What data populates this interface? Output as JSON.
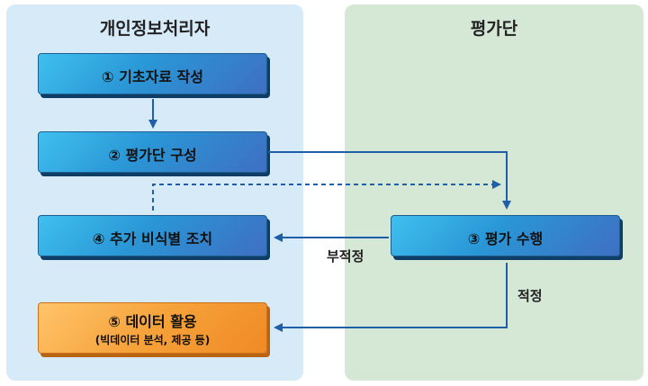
{
  "panels": {
    "left_title": "개인정보처리자",
    "right_title": "평가단"
  },
  "steps": {
    "s1": "① 기초자료 작성",
    "s2": "② 평가단 구성",
    "s3": "③ 평가 수행",
    "s4": "④ 추가 비식별 조치",
    "s5": "⑤ 데이터 활용",
    "s5_sub": "(빅데이터 분석, 제공 등)"
  },
  "edges": {
    "unfit": "부적정",
    "fit": "적정"
  },
  "colors": {
    "left_panel": "#d6eaf8",
    "right_panel": "#d5e8d6",
    "arrow": "#1f5fa8",
    "box_blue": "#2a96d6",
    "box_orange": "#f6a23a"
  }
}
